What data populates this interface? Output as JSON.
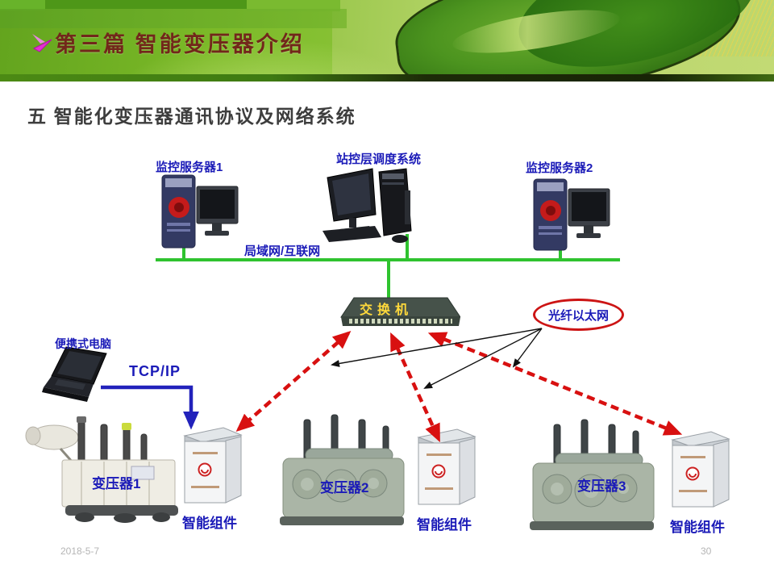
{
  "slide": {
    "header_title": "第三篇  智能变压器介绍",
    "section_title": "五  智能化变压器通讯协议及网络系统",
    "footer_date": "2018-5-7",
    "page_number": "30"
  },
  "network": {
    "server1_label": "监控服务器1",
    "dispatch_label": "站控层调度系统",
    "server2_label": "监控服务器2",
    "lan_label": "局域网/互联网",
    "switch_label": "交换机",
    "fiber_label": "光纤以太网",
    "laptop_label": "便携式电脑",
    "protocol_label": "TCP/IP",
    "transformer1_label": "变压器1",
    "transformer2_label": "变压器2",
    "transformer3_label": "变压器3",
    "smart_component1_label": "智能组件",
    "smart_component2_label": "智能组件",
    "smart_component3_label": "智能组件"
  },
  "colors": {
    "label_blue": "#1b1bb8",
    "arrow_red": "#d81010",
    "network_green": "#2fc32f",
    "tcpip_arrow_blue": "#2222bb",
    "switch_label_yellow": "#ffd93b",
    "header_title_maroon": "#72271a",
    "oval_border_red": "#cc1414"
  }
}
